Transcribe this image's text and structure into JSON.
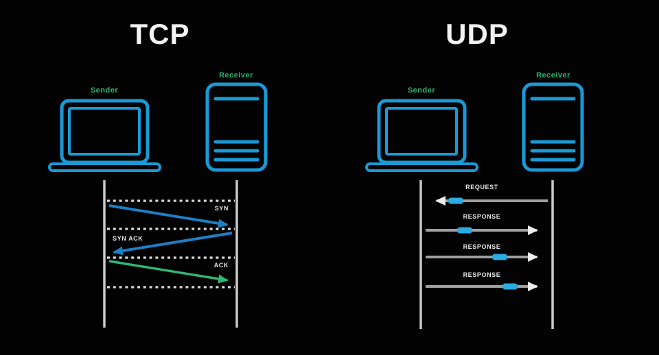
{
  "background_color": "#020202",
  "colors": {
    "device_blue": "#1b99d5",
    "packet_blue": "#2aabe1",
    "label_green": "#2eb573",
    "arrow_blue": "#1b7fc4",
    "arrow_green": "#2eb873",
    "title_white": "#f2f2f2",
    "lifeline_gray": "#c9c9c9",
    "udp_arrow_gray": "#9f9f9f"
  },
  "tcp": {
    "title": "TCP",
    "sender": {
      "label": "Sender",
      "icon": "laptop-icon"
    },
    "receiver": {
      "label": "Receiver",
      "icon": "server-icon"
    },
    "messages": [
      {
        "label": "SYN",
        "direction": "sender-to-receiver",
        "color": "blue",
        "style": "diagonal-arrow"
      },
      {
        "label": "SYN ACK",
        "direction": "receiver-to-sender",
        "color": "blue",
        "style": "diagonal-arrow"
      },
      {
        "label": "ACK",
        "direction": "sender-to-receiver",
        "color": "green",
        "style": "diagonal-arrow"
      }
    ],
    "dotted_separator_count": 4
  },
  "udp": {
    "title": "UDP",
    "sender": {
      "label": "Sender",
      "icon": "laptop-icon"
    },
    "receiver": {
      "label": "Receiver",
      "icon": "server-icon"
    },
    "messages": [
      {
        "label": "REQUEST",
        "direction": "receiver-to-sender",
        "color": "gray",
        "packet_color": "#2aabe1",
        "packet_position": "near-sender"
      },
      {
        "label": "RESPONSE",
        "direction": "sender-to-receiver",
        "color": "gray",
        "packet_color": "#2aabe1",
        "packet_position": "one-third"
      },
      {
        "label": "RESPONSE",
        "direction": "sender-to-receiver",
        "color": "gray",
        "packet_color": "#2aabe1",
        "packet_position": "two-thirds"
      },
      {
        "label": "RESPONSE",
        "direction": "sender-to-receiver",
        "color": "gray",
        "packet_color": "#2aabe1",
        "packet_position": "near-receiver"
      }
    ]
  }
}
